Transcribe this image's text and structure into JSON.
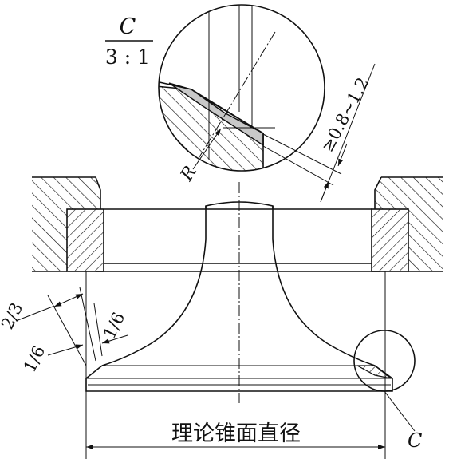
{
  "detail_scale": {
    "letter": "C",
    "ratio": "3 : 1"
  },
  "detail_callout": "C",
  "dimensions": {
    "radius": "R",
    "seat_width": "≥0.8~1.2",
    "upper_fraction": "2/3",
    "middle_fraction": "1/6",
    "lower_fraction": "1/6",
    "cone_diameter": "理论锥面直径"
  },
  "colors": {
    "line": "#111111",
    "contact_fill": "#c8c8c8",
    "background": "#ffffff"
  }
}
